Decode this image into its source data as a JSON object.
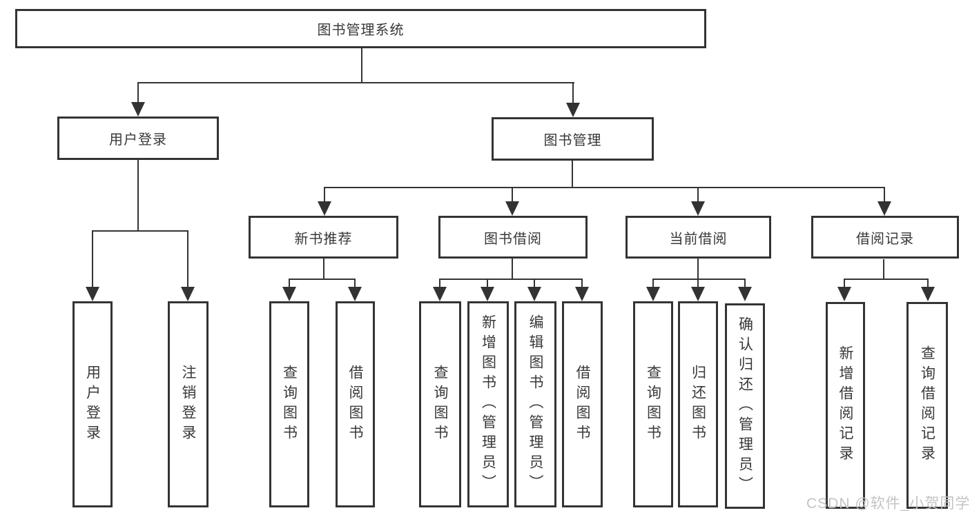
{
  "diagram": {
    "root": {
      "label": "图书管理系统",
      "children": [
        {
          "label": "用户登录",
          "children": [
            {
              "label": "用户登录"
            },
            {
              "label": "注销登录"
            }
          ]
        },
        {
          "label": "图书管理",
          "children": [
            {
              "label": "新书推荐",
              "children": [
                {
                  "label": "查询图书"
                },
                {
                  "label": "借阅图书"
                }
              ]
            },
            {
              "label": "图书借阅",
              "children": [
                {
                  "label": "查询图书"
                },
                {
                  "label": "新增图书（管理员）"
                },
                {
                  "label": "编辑图书（管理员）"
                },
                {
                  "label": "借阅图书"
                }
              ]
            },
            {
              "label": "当前借阅",
              "children": [
                {
                  "label": "查询图书"
                },
                {
                  "label": "归还图书"
                },
                {
                  "label": "确认归还（管理员）"
                }
              ]
            },
            {
              "label": "借阅记录",
              "children": [
                {
                  "label": "新增借阅记录"
                },
                {
                  "label": "查询借阅记录"
                }
              ]
            }
          ]
        }
      ]
    }
  },
  "watermark": {
    "text": "CSDN @软件_小贺同学"
  },
  "colors": {
    "line": "#333333",
    "text": "#383838",
    "background": "#ffffff",
    "watermark": "#c3c3c3"
  }
}
